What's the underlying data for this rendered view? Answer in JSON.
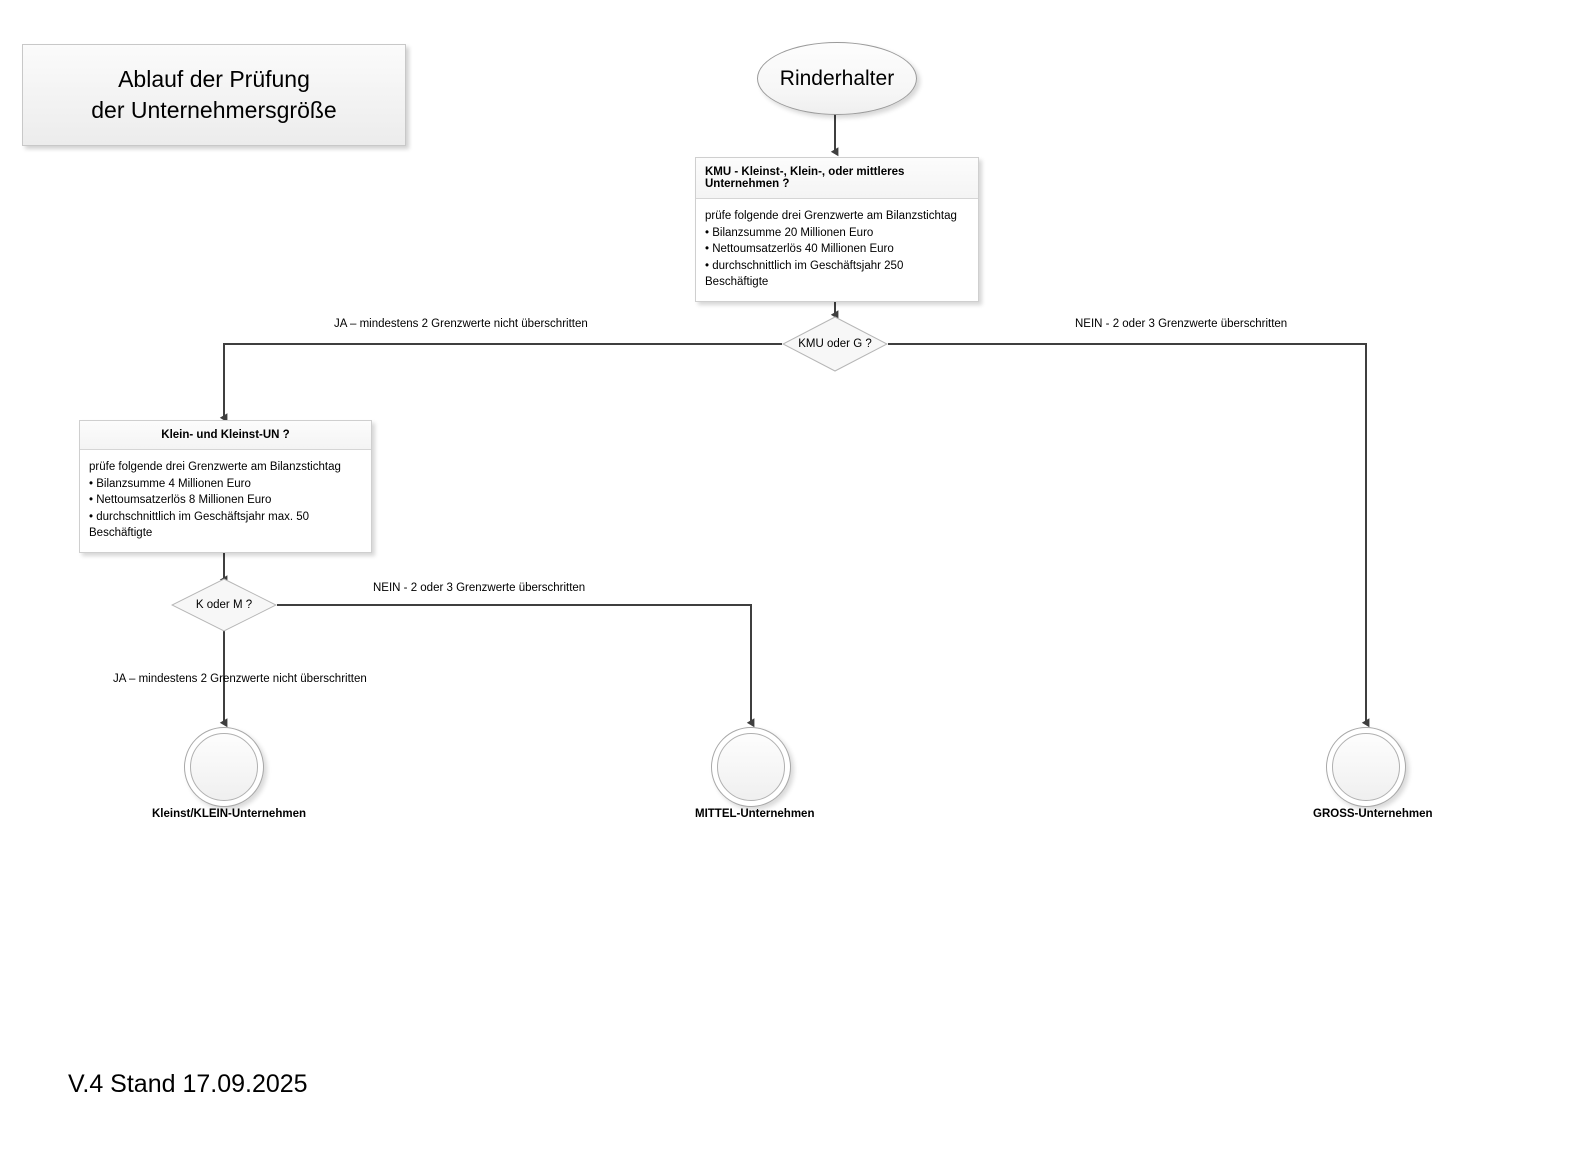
{
  "title_box": {
    "line1": "Ablauf der Prüfung",
    "line2": "der Unternehmersgröße"
  },
  "start_node": {
    "label": "Rinderhalter"
  },
  "kmu_box": {
    "header": "KMU - Kleinst-, Klein-, oder mittleres Unternehmen ?",
    "lead": "prüfe folgende drei Grenzwerte am Bilanzstichtag",
    "criteria": [
      "• Bilanzsumme 20 Millionen Euro",
      "• Nettoumsatzerlös 40 Millionen Euro",
      "• durchschnittlich im Geschäftsjahr 250 Beschäftigte"
    ]
  },
  "kmu_decision": {
    "label": "KMU oder G ?",
    "yes_label": "JA – mindestens 2 Grenzwerte nicht überschritten",
    "no_label": "NEIN - 2 oder 3 Grenzwerte überschritten"
  },
  "klein_box": {
    "header": "Klein- und Kleinst-UN ?",
    "lead": "prüfe folgende drei Grenzwerte am Bilanzstichtag",
    "criteria": [
      "• Bilanzsumme 4 Millionen Euro",
      "• Nettoumsatzerlös 8 Millionen Euro",
      "• durchschnittlich im Geschäftsjahr max. 50 Beschäftigte"
    ]
  },
  "klein_decision": {
    "label": "K oder M ?",
    "yes_label": "JA – mindestens 2 Grenzwerte nicht überschritten",
    "no_label": "NEIN - 2 oder 3 Grenzwerte überschritten"
  },
  "end_nodes": [
    {
      "label": "Kleinst/KLEIN-Unternehmen"
    },
    {
      "label": "MITTEL-Unternehmen"
    },
    {
      "label": "GROSS-Unternehmen"
    }
  ],
  "footer": {
    "version": "V.4 Stand 17.09.2025"
  },
  "colors": {
    "connector": "#3f3f3f",
    "box_border": "#cfcfcf",
    "page_background": "#ffffff"
  }
}
